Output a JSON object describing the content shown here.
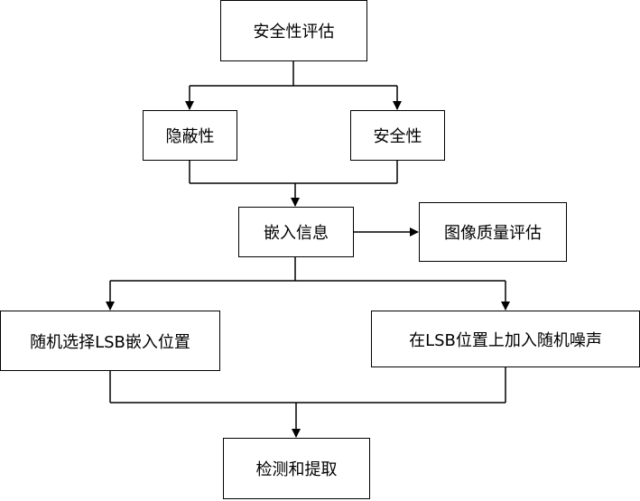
{
  "diagram": {
    "nodes": {
      "top": "安全性评估",
      "stealth": "隐蔽性",
      "security": "安全性",
      "embed": "嵌入信息",
      "quality": "图像质量评估",
      "random_lsb": "随机选择LSB嵌入位置",
      "noise_lsb": "在LSB位置上加入随机噪声",
      "detect": "检测和提取"
    },
    "edges": [
      {
        "from": "安全性评估",
        "to": "隐蔽性"
      },
      {
        "from": "安全性评估",
        "to": "安全性"
      },
      {
        "from": "隐蔽性",
        "to": "嵌入信息"
      },
      {
        "from": "安全性",
        "to": "嵌入信息"
      },
      {
        "from": "嵌入信息",
        "to": "图像质量评估"
      },
      {
        "from": "嵌入信息",
        "to": "随机选择LSB嵌入位置"
      },
      {
        "from": "嵌入信息",
        "to": "在LSB位置上加入随机噪声"
      },
      {
        "from": "随机选择LSB嵌入位置",
        "to": "检测和提取"
      },
      {
        "from": "在LSB位置上加入随机噪声",
        "to": "检测和提取"
      }
    ],
    "line_color": "#000000"
  }
}
